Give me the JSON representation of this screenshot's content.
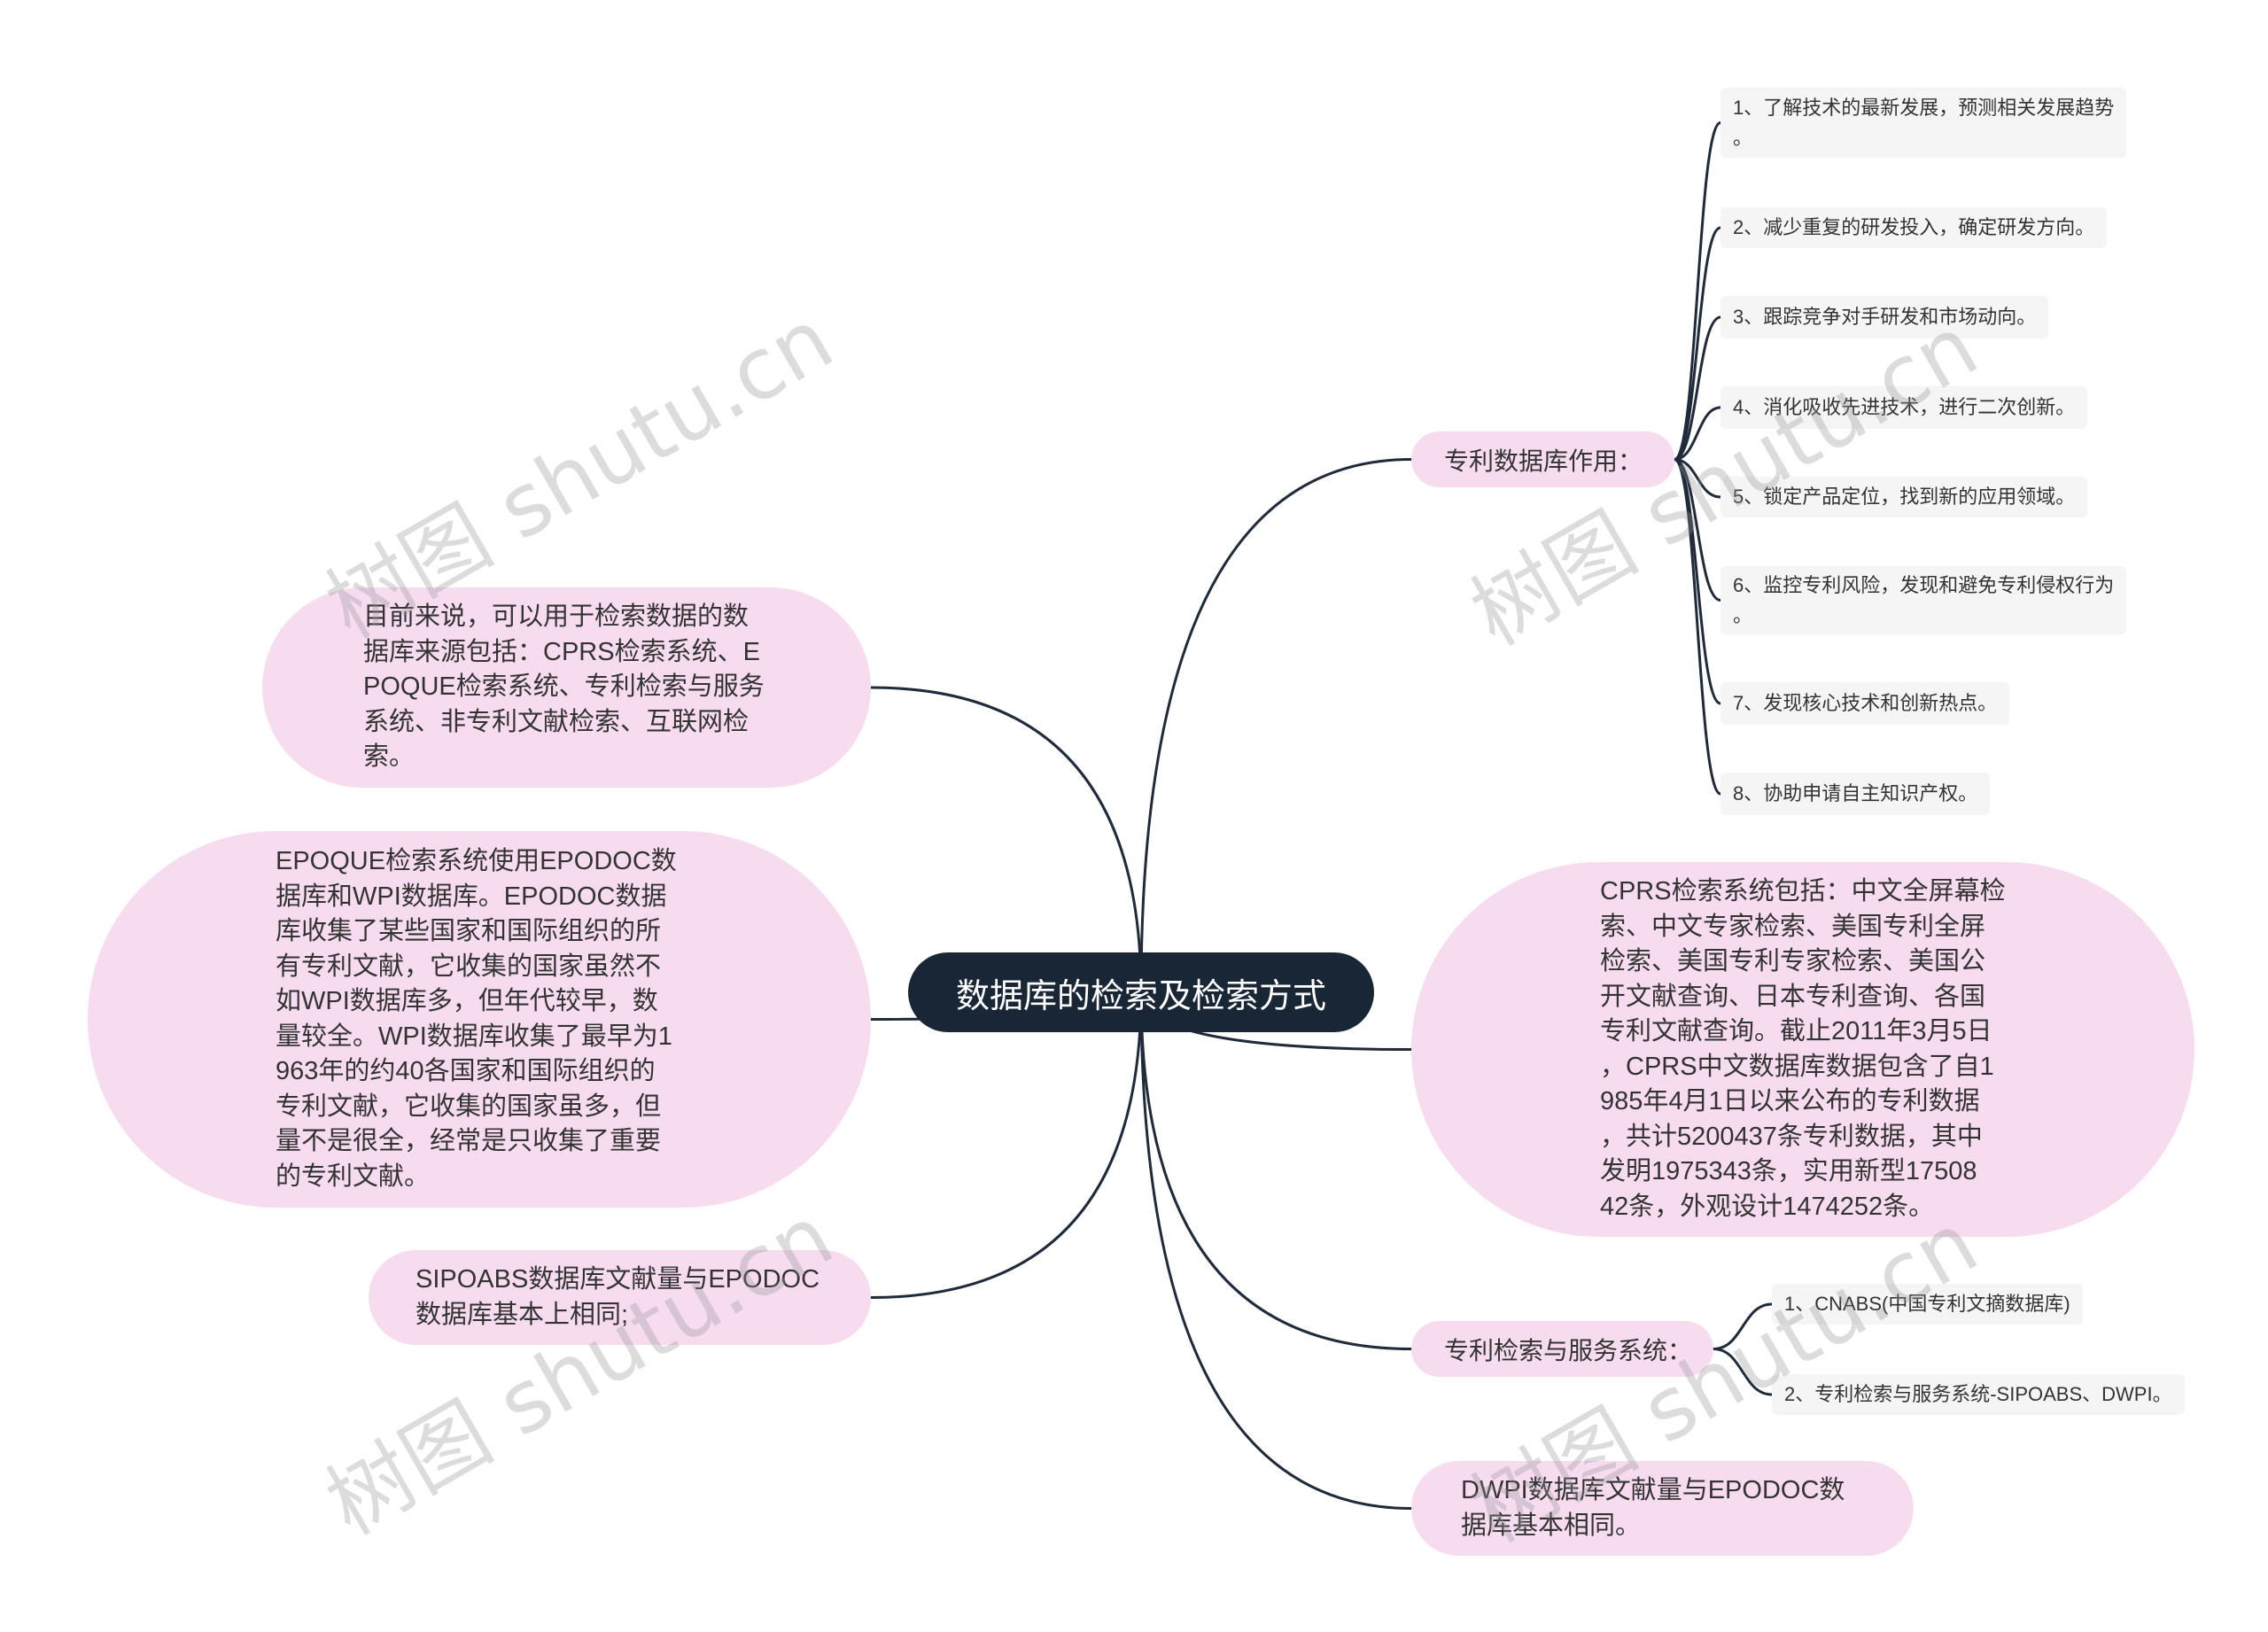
{
  "title": "数据库的检索及检索方式",
  "watermark": "树图 shutu.cn",
  "colors": {
    "pink": "#f7dcf0",
    "navy": "#182635",
    "gray": "#f5f5f5",
    "line": "#1f2a3a"
  },
  "branches": {
    "purpose": {
      "label": "专利数据库作用：",
      "items": [
        {
          "lines": [
            "1、了解技术的最新发展，预测相关发展趋势",
            "。"
          ]
        },
        {
          "lines": [
            "2、减少重复的研发投入，确定研发方向。"
          ]
        },
        {
          "lines": [
            "3、跟踪竞争对手研发和市场动向。"
          ]
        },
        {
          "lines": [
            "4、消化吸收先进技术，进行二次创新。"
          ]
        },
        {
          "lines": [
            "5、锁定产品定位，找到新的应用领域。"
          ]
        },
        {
          "lines": [
            "6、监控专利风险，发现和避免专利侵权行为",
            "。"
          ]
        },
        {
          "lines": [
            "7、发现核心技术和创新热点。"
          ]
        },
        {
          "lines": [
            "8、协助申请自主知识产权。"
          ]
        }
      ]
    },
    "cprs": {
      "lines": [
        "CPRS检索系统包括：中文全屏幕检",
        "索、中文专家检索、美国专利全屏",
        "检索、美国专利专家检索、美国公",
        "开文献查询、日本专利查询、各国",
        "专利文献查询。截止2011年3月5日",
        "，CPRS中文数据库数据包含了自1",
        "985年4月1日以来公布的专利数据",
        "，共计5200437条专利数据，其中",
        "发明1975343条，实用新型17508",
        "42条，外观设计1474252条。"
      ]
    },
    "service": {
      "label": "专利检索与服务系统：",
      "items": [
        {
          "lines": [
            "1、CNABS(中国专利文摘数据库)"
          ]
        },
        {
          "lines": [
            "2、专利检索与服务系统-SIPOABS、DWPI。"
          ]
        }
      ]
    },
    "dwpi": {
      "lines": [
        "DWPI数据库文献量与EPODOC数",
        "据库基本相同。"
      ]
    },
    "sources": {
      "lines": [
        "目前来说，可以用于检索数据的数",
        "据库来源包括：CPRS检索系统、E",
        "POQUE检索系统、专利检索与服务",
        "系统、非专利文献检索、互联网检",
        "索。"
      ]
    },
    "epoque": {
      "lines": [
        "EPOQUE检索系统使用EPODOC数",
        "据库和WPI数据库。EPODOC数据",
        "库收集了某些国家和国际组织的所",
        "有专利文献，它收集的国家虽然不",
        "如WPI数据库多，但年代较早，数",
        "量较全。WPI数据库收集了最早为1",
        "963年的约40各国家和国际组织的",
        "专利文献，它收集的国家虽多，但",
        "量不是很全，经常是只收集了重要",
        "的专利文献。"
      ]
    },
    "sipoabs": {
      "lines": [
        "SIPOABS数据库文献量与EPODOC",
        "数据库基本上相同;"
      ]
    }
  }
}
